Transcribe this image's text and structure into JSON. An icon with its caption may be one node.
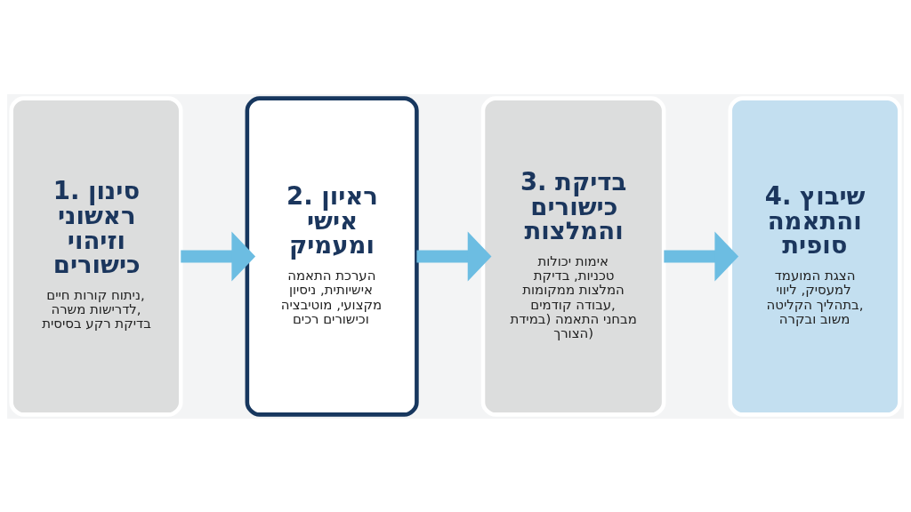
{
  "diagram": {
    "nodes": [
      {
        "text": [
          "1. סינון ראשוני וזיהוי כישורים",
          "ניתוח קורות חיים, לדרישות משרה, בדיקת רקע בסיסית"
        ]
      },
      {
        "text": [
          "2. ראיון אישי ומעמיק",
          "הערכת התאמה אישיותית, ניסיון מקצועי, מוטיבציה וכישורים רכים"
        ]
      },
      {
        "text": [
          "3. בדיקת כישורים והמלצות",
          "אימות יכולות טכניות, בדיקת המלצות ממקומות עבודה קודמים, מבחני התאמה (במידת הצורך)"
        ]
      },
      {
        "text": [
          "4. שיבוץ והתאמה סופית",
          "הצגת המועמד למעסיק, ליווי בתהליך הקליטה, משוב ובקרה"
        ]
      }
    ],
    "edges": [
      {
        "from": 0,
        "to": 1,
        "arrow": "to"
      },
      {
        "from": 1,
        "to": 2,
        "arrow": "to"
      },
      {
        "from": 2,
        "to": 3,
        "arrow": "to"
      }
    ]
  }
}
